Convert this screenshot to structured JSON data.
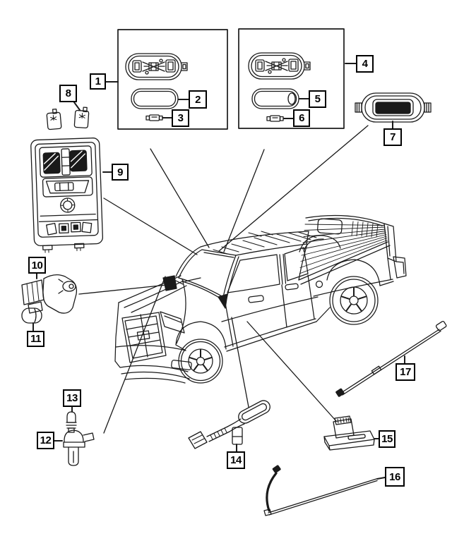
{
  "page": {
    "background": "#ffffff",
    "line_color": "#1a1a1a"
  },
  "diagram": {
    "kind": "vehicle-parts-diagram",
    "vehicle_art": "pickup-truck-line-art",
    "callouts": [
      {
        "label": "1",
        "part": "dome-lamp-assembly"
      },
      {
        "label": "2",
        "part": "dome-lamp-lens"
      },
      {
        "label": "3",
        "part": "festoon-bulb"
      },
      {
        "label": "4",
        "part": "dome-lamp-assembly"
      },
      {
        "label": "5",
        "part": "dome-lamp-lens"
      },
      {
        "label": "6",
        "part": "festoon-bulb"
      },
      {
        "label": "7",
        "part": "reading-lamp"
      },
      {
        "label": "8",
        "part": "retainer-clips"
      },
      {
        "label": "9",
        "part": "overhead-console"
      },
      {
        "label": "10",
        "part": "courtesy-lamp"
      },
      {
        "label": "11",
        "part": "wedge-bulb"
      },
      {
        "label": "12",
        "part": "lamp-socket"
      },
      {
        "label": "13",
        "part": "socket-bulb"
      },
      {
        "label": "14",
        "part": "lamp-wiring-harness"
      },
      {
        "label": "15",
        "part": "lamp-module"
      },
      {
        "label": "16",
        "part": "jumper-wire"
      },
      {
        "label": "17",
        "part": "antenna-cable"
      }
    ]
  }
}
